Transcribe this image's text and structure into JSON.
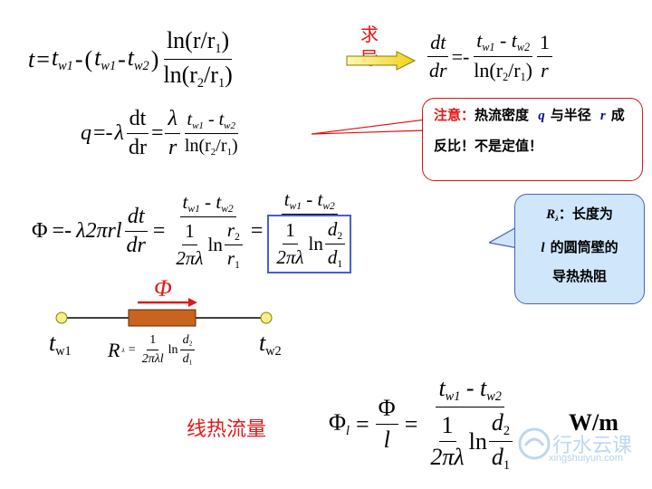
{
  "eq1": {
    "lhs": "t",
    "t": "t",
    "sub_w1": "w1",
    "sub_w2": "w2",
    "ln_num": "ln(r/r",
    "r1": "1",
    "close": ")",
    "ln_den": "ln(r",
    "r2": "2",
    "mid": "/r",
    "close2": ")"
  },
  "derive_label": "求导",
  "eq_dtdr": {
    "num": "dt",
    "den": "dr",
    "eq": "=-",
    "frac_num_a": "t",
    "frac_num_b": "t",
    "frac_den": "ln(r",
    "one": "1",
    "r": "r"
  },
  "eq_q": {
    "q": "q",
    "eq": "=-",
    "lambda": "λ",
    "dt": "dt",
    "dr": "dr",
    "eq2": "=",
    "r": "r"
  },
  "note_red": {
    "label": "注意：",
    "text1": "热流密度",
    "q": "q",
    "text2": "与半径",
    "r": "r",
    "text3": "成反比！不是定值！"
  },
  "eq_phi": {
    "phi": "Φ",
    "eq": "=-",
    "coef": "λ2πrl",
    "one": "1",
    "two_pi_lambda": "2πλ",
    "ln": "ln",
    "r2": "r",
    "r1": "r",
    "d2": "d",
    "d1": "d",
    "sub1": "1",
    "sub2": "2"
  },
  "note_blue": {
    "r_lambda": "R",
    "lambda_sub": "λ",
    "line1_rest": "：长度为",
    "l": "l",
    "line2_rest": "的圆筒壁的",
    "line3": "导热热阻"
  },
  "circuit": {
    "phi": "Φ",
    "tw1": "t",
    "tw2": "t",
    "sub_w1": "w1",
    "sub_w2": "w2",
    "R": "R",
    "lambda_sub": "λ",
    "eq": "=",
    "one": "1",
    "den": "2πλl",
    "ln": "ln",
    "d2": "d",
    "d1": "d",
    "two": "2",
    "onesub": "1"
  },
  "linear_heat": {
    "label": "线热流量",
    "phi": "Φ",
    "sub_l": "l",
    "eq": "=",
    "l": "l",
    "unit": "W/m"
  },
  "watermark": {
    "brand": "行水云课",
    "url": "xingshuiyun.com"
  },
  "colors": {
    "red": "#e11818",
    "rod": "#c8641e",
    "callout_blue_bg": "#cfe6fb",
    "box_blue": "#4a5fcc"
  }
}
